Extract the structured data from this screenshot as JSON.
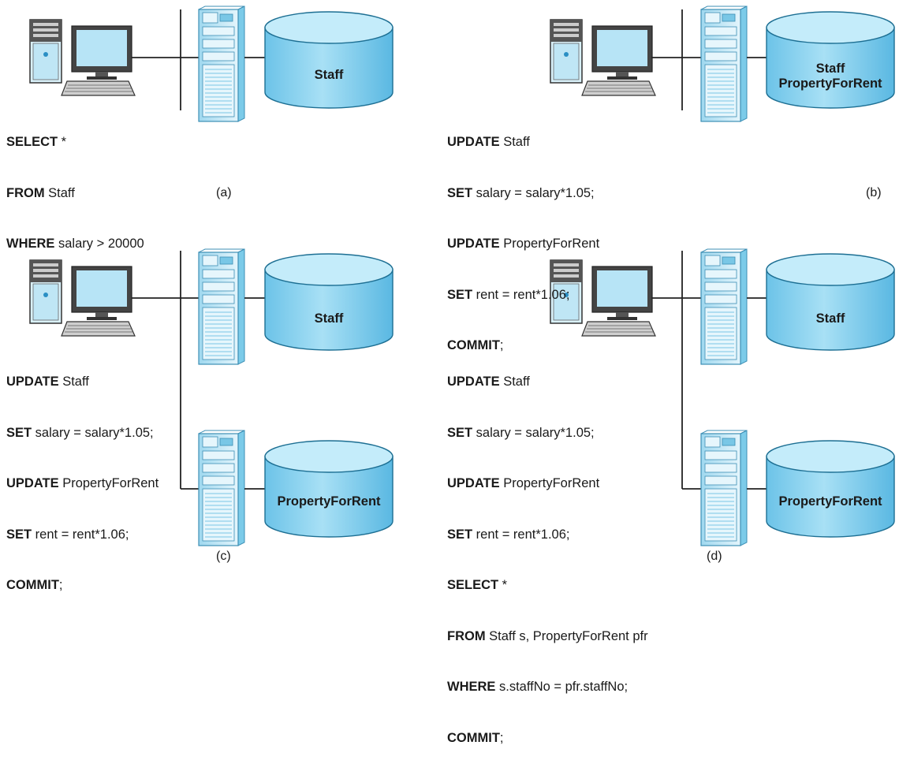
{
  "panels": [
    {
      "id": "a",
      "caption": "(a)",
      "databases": [
        {
          "label_lines": [
            "Staff"
          ]
        }
      ],
      "sql": [
        {
          "kw": "SELECT",
          "rest": " *"
        },
        {
          "kw": "FROM",
          "rest": " Staff"
        },
        {
          "kw": "WHERE",
          "rest": " salary > 20000"
        }
      ]
    },
    {
      "id": "b",
      "caption": "(b)",
      "databases": [
        {
          "label_lines": [
            "Staff",
            "PropertyForRent"
          ]
        }
      ],
      "sql": [
        {
          "kw": "UPDATE",
          "rest": " Staff"
        },
        {
          "kw": "SET",
          "rest": " salary = salary*1.05;"
        },
        {
          "kw": "UPDATE",
          "rest": " PropertyForRent"
        },
        {
          "kw": "SET",
          "rest": " rent = rent*1.06;"
        },
        {
          "kw": "COMMIT",
          "rest": ";"
        }
      ]
    },
    {
      "id": "c",
      "caption": "(c)",
      "databases": [
        {
          "label_lines": [
            "Staff"
          ]
        },
        {
          "label_lines": [
            "PropertyForRent"
          ]
        }
      ],
      "sql": [
        {
          "kw": "UPDATE",
          "rest": " Staff"
        },
        {
          "kw": "SET",
          "rest": " salary = salary*1.05;"
        },
        {
          "kw": "UPDATE",
          "rest": " PropertyForRent"
        },
        {
          "kw": "SET",
          "rest": " rent = rent*1.06;"
        },
        {
          "kw": "COMMIT",
          "rest": ";"
        }
      ]
    },
    {
      "id": "d",
      "caption": "(d)",
      "databases": [
        {
          "label_lines": [
            "Staff"
          ]
        },
        {
          "label_lines": [
            "PropertyForRent"
          ]
        }
      ],
      "sql": [
        {
          "kw": "UPDATE",
          "rest": " Staff"
        },
        {
          "kw": "SET",
          "rest": " salary = salary*1.05;"
        },
        {
          "kw": "UPDATE",
          "rest": " PropertyForRent"
        },
        {
          "kw": "SET",
          "rest": " rent = rent*1.06;"
        },
        {
          "kw": "SELECT",
          "rest": " *"
        },
        {
          "kw": "FROM",
          "rest": " Staff s, PropertyForRent pfr"
        },
        {
          "kw": "WHERE",
          "rest": " s.staffNo = pfr.staffNo;"
        },
        {
          "kw": "COMMIT",
          "rest": ";"
        }
      ]
    }
  ],
  "colors": {
    "db_fill": "#7fcfee",
    "db_top": "#c4ecfa",
    "db_stroke": "#1d6f93",
    "device_fill": "#c8e9f6",
    "device_dark": "#4a4a4a",
    "line": "#222222"
  },
  "icons": {
    "client": "desktop-computer-icon",
    "server": "server-tower-icon",
    "database": "database-cylinder-icon"
  }
}
